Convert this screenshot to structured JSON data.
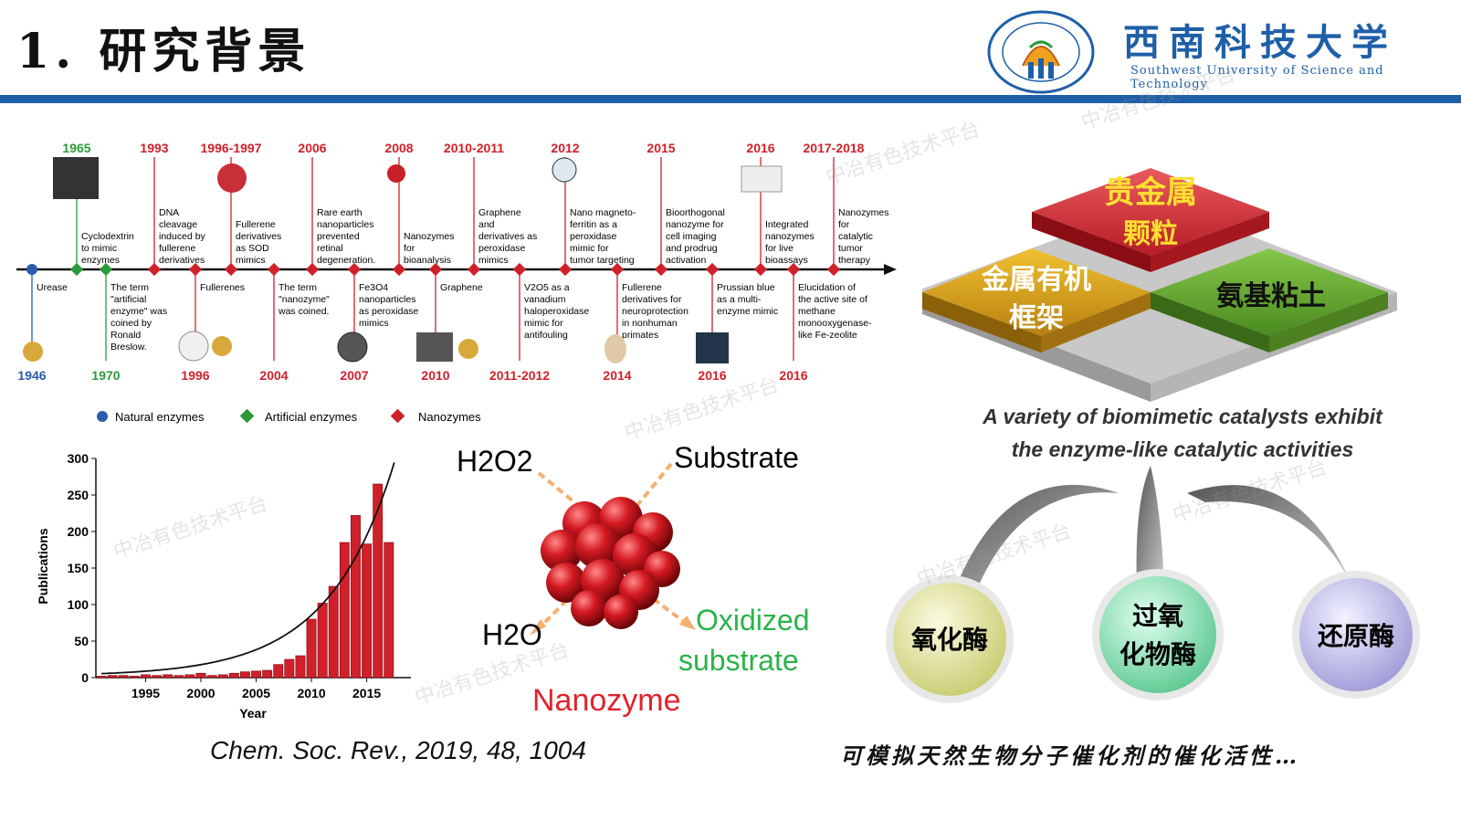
{
  "header": {
    "title": "1. 研究背景",
    "university_cn": "西南科技大学",
    "university_en": "Southwest University of Science and Technology",
    "colors": {
      "bar": "#1f5fa8"
    }
  },
  "timeline": {
    "above": [
      {
        "year": "1965",
        "text": "Cyclodextrin|to mimic|enzymes",
        "color": "#2b9a3c"
      },
      {
        "year": "1993",
        "text": "DNA|cleavage|induced by|fullerene|derivatives",
        "color": "#d0202a"
      },
      {
        "year": "1996-1997",
        "text": "Fullerene|derivatives|as SOD|mimics",
        "color": "#d0202a"
      },
      {
        "year": "2006",
        "text": "Rare earth|nanoparticles|prevented|retinal|degeneration.",
        "color": "#d0202a"
      },
      {
        "year": "2008",
        "text": "Nanozymes|for|bioanalysis",
        "color": "#d0202a"
      },
      {
        "year": "2010-2011",
        "text": "Graphene|and|derivatives as|peroxidase|mimics",
        "color": "#d0202a"
      },
      {
        "year": "2012",
        "text": "Nano magneto-|ferritin as a|peroxidase|mimic for|tumor targeting",
        "color": "#d0202a"
      },
      {
        "year": "2015",
        "text": "Bioorthogonal|nanozyme for|cell imaging|and prodrug|activation",
        "color": "#d0202a"
      },
      {
        "year": "2016",
        "text": "Integrated|nanozymes|for live|bioassays",
        "color": "#d0202a"
      },
      {
        "year": "2017-2018",
        "text": "Nanozymes|for|catalytic|tumor|therapy",
        "color": "#d0202a"
      }
    ],
    "below": [
      {
        "year": "1946",
        "text": "Urease",
        "color": "#2a5caa"
      },
      {
        "year": "1970",
        "text": "The term|\"artificial|enzyme\" was|coined by|Ronald|Breslow.",
        "color": "#2b9a3c"
      },
      {
        "year": "1996",
        "text": "Fullerenes",
        "color": "#d0202a"
      },
      {
        "year": "2004",
        "text": "The term|\"nanozyme\"|was coined.",
        "color": "#d0202a"
      },
      {
        "year": "2007",
        "text": "Fe3O4|nanoparticles|as peroxidase|mimics",
        "color": "#d0202a"
      },
      {
        "year": "2010",
        "text": "Graphene",
        "color": "#d0202a"
      },
      {
        "year": "2011-2012",
        "text": "V2O5 as a|vanadium|haloperoxidase|mimic for|antifouling",
        "color": "#d0202a"
      },
      {
        "year": "2014",
        "text": "Fullerene|derivatives for|neuroprotection|in nonhuman|primates",
        "color": "#d0202a"
      },
      {
        "year": "2016",
        "text": "Prussian blue|as a multi-|enzyme mimic",
        "color": "#d0202a"
      },
      {
        "year": "2016",
        "text": "Elucidation of|the active site of|methane|monooxygenase-|like Fe-zeolite",
        "color": "#d0202a"
      }
    ],
    "legend": [
      "Natural enzymes",
      "Artificial enzymes",
      "Nanozymes"
    ]
  },
  "chart_data": {
    "type": "bar",
    "xlabel": "Year",
    "ylabel": "Publications",
    "ylim": [
      0,
      300
    ],
    "yticks": [
      0,
      50,
      100,
      150,
      200,
      250,
      300
    ],
    "xticks": [
      1995,
      2000,
      2005,
      2010,
      2015
    ],
    "x": [
      1991,
      1992,
      1993,
      1994,
      1995,
      1996,
      1997,
      1998,
      1999,
      2000,
      2001,
      2002,
      2003,
      2004,
      2005,
      2006,
      2007,
      2008,
      2009,
      2010,
      2011,
      2012,
      2013,
      2014,
      2015,
      2016,
      2017,
      2018
    ],
    "values": [
      2,
      3,
      3,
      2,
      4,
      3,
      4,
      3,
      4,
      6,
      3,
      4,
      6,
      8,
      9,
      10,
      18,
      25,
      30,
      80,
      102,
      125,
      185,
      222,
      183,
      265,
      185,
      0
    ],
    "colors": {
      "bar": "#d0202a",
      "curve": "#111111"
    }
  },
  "diagram": {
    "h2o2": "H2O2",
    "substrate": "Substrate",
    "h2o": "H2O",
    "oxidized_1": "Oxidized",
    "oxidized_2": "substrate",
    "nanozyme": "Nanozyme"
  },
  "blocks": {
    "top": [
      "贵金属",
      "颗粒"
    ],
    "left": [
      "金属有机",
      "框架"
    ],
    "right": "氨基粘土",
    "colors": {
      "top": "#d3333b",
      "left": "#d9a318",
      "right": "#6aa832"
    }
  },
  "caption": [
    "A variety of biomimetic catalysts exhibit",
    "the enzyme-like catalytic activities"
  ],
  "enzymes": [
    {
      "label": [
        "氧化酶"
      ],
      "color": "#dfe29a"
    },
    {
      "label": [
        "过氧",
        "化物酶"
      ],
      "color": "#8fe0b0"
    },
    {
      "label": [
        "还原酶"
      ],
      "color": "#c9c6ef"
    }
  ],
  "reference": "Chem. Soc. Rev., 2019, 48, 1004",
  "bottom_text": "可模拟天然生物分子催化剂的催化活性…",
  "watermark": "中冶有色技术平台"
}
